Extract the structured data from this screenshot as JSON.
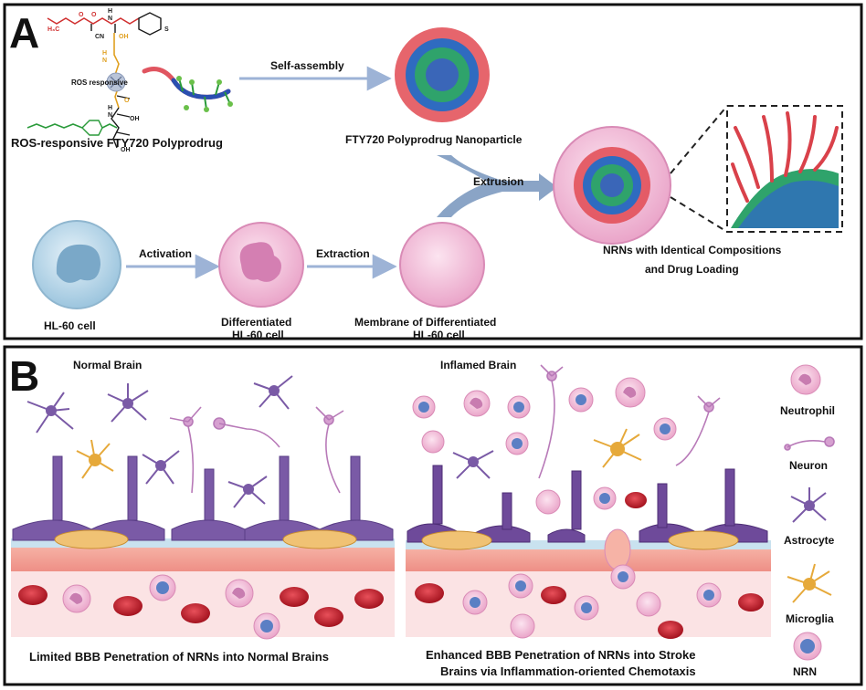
{
  "panel_a": {
    "label": "A",
    "polyprodrug_label": "ROS-responsive FTY720 Polyprodrug",
    "ros_label": "ROS responsive",
    "molecule_labels": [
      "H₃C",
      "O",
      "O",
      "N",
      "H",
      "CN",
      "OH",
      "O",
      "S",
      "N",
      "H",
      "N",
      "H",
      "OH",
      "OH"
    ],
    "self_assembly_label": "Self-assembly",
    "nanoparticle_label": "FTY720 Polyprodrug Nanoparticle",
    "extrusion_label": "Extrusion",
    "nrn_label_line1": "NRNs with Identical Compositions",
    "nrn_label_line2": "and Drug Loading",
    "hl60_label": "HL-60 cell",
    "activation_label": "Activation",
    "diff_label_line1": "Differentiated",
    "diff_label_line2": "HL-60 cell",
    "extraction_label": "Extraction",
    "membrane_label_line1": "Membrane of Differentiated",
    "membrane_label_line2": "HL-60 cell"
  },
  "panel_b": {
    "label": "B",
    "normal_title": "Normal Brain",
    "inflamed_title": "Inflamed Brain",
    "normal_caption": "Limited BBB Penetration of NRNs into Normal Brains",
    "inflamed_caption_line1": "Enhanced BBB Penetration of NRNs into Stroke",
    "inflamed_caption_line2": "Brains via Inflammation-oriented Chemotaxis",
    "legend": [
      "Neutrophil",
      "Neuron",
      "Astrocyte",
      "Microglia",
      "NRN"
    ]
  },
  "colors": {
    "membrane_pink": "#f2b8d6",
    "cell_blue": "#bcd9ea",
    "astrocyte_purple": "#7a5aa6",
    "microglia_orange": "#e6a93a",
    "endothelial_red": "#f08a8a",
    "rbc_red": "#c8202e",
    "arrow_blue": "#8aa4c6"
  }
}
